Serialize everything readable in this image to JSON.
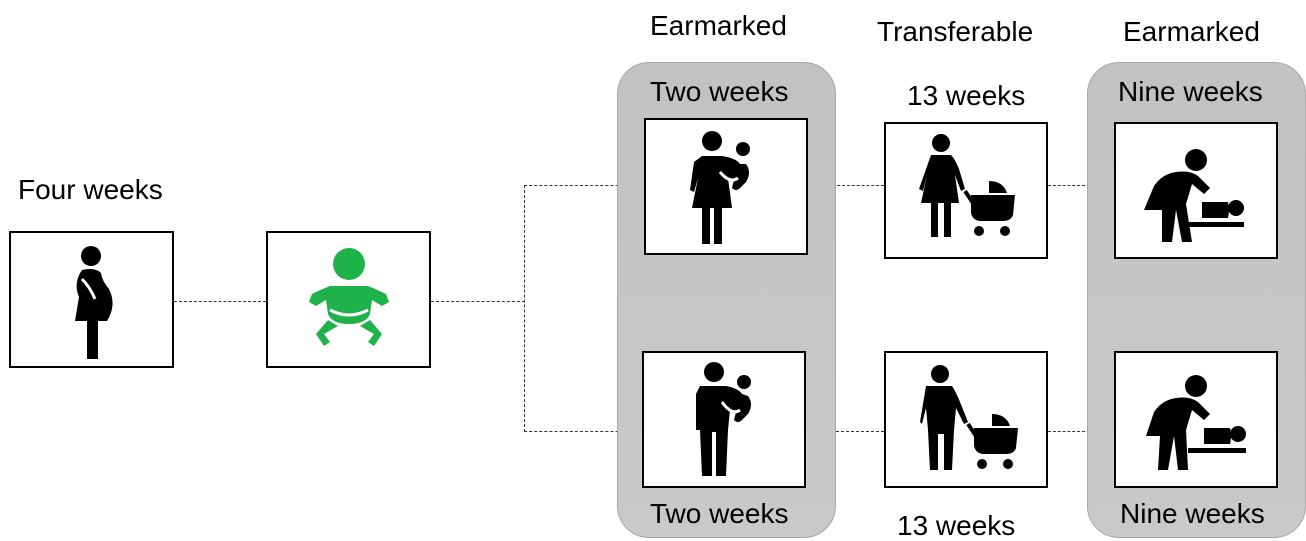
{
  "headers": {
    "col1": "Earmarked",
    "col2": "Transferable",
    "col3": "Earmarked"
  },
  "labels": {
    "pre_birth": "Four weeks",
    "mother_earmarked": "Two weeks",
    "father_earmarked": "Two weeks",
    "mother_transferable": "13 weeks",
    "father_transferable": "13 weeks",
    "mother_earmarked_late": "Nine weeks",
    "father_earmarked_late": "Nine weeks"
  },
  "icons": {
    "pregnant": "pregnant-woman-icon",
    "baby": "baby-icon",
    "mother_carry": "mother-carrying-baby-icon",
    "father_carry": "father-carrying-baby-icon",
    "mother_stroller": "mother-with-stroller-icon",
    "father_stroller": "father-with-stroller-icon",
    "changing": "diaper-changing-icon"
  },
  "colors": {
    "baby": "#1fb14a",
    "panel": "#c6c6c6"
  }
}
